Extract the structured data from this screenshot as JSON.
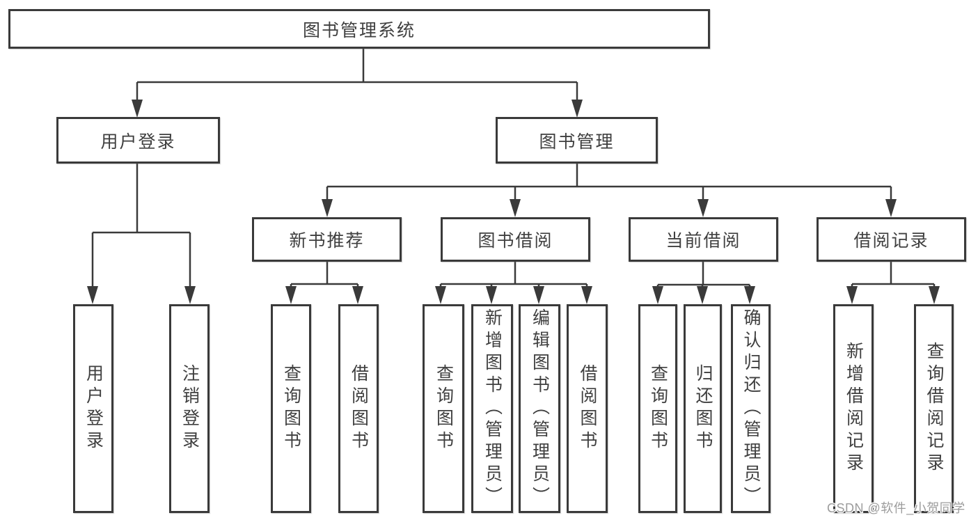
{
  "hierarchy": {
    "root": "图书管理系统",
    "branches": [
      {
        "label": "用户登录",
        "children": [
          "用户登录",
          "注销登录"
        ]
      },
      {
        "label": "图书管理",
        "children": [
          {
            "label": "新书推荐",
            "children": [
              "查询图书",
              "借阅图书"
            ]
          },
          {
            "label": "图书借阅",
            "children": [
              "查询图书",
              "新增图书（管理员）",
              "编辑图书（管理员）",
              "借阅图书"
            ]
          },
          {
            "label": "当前借阅",
            "children": [
              "查询图书",
              "归还图书",
              "确认归还（管理员）"
            ]
          },
          {
            "label": "借阅记录",
            "children": [
              "新增借阅记录",
              "查询借阅记录"
            ]
          }
        ]
      }
    ]
  },
  "watermark": "CSDN @软件_小贺同学",
  "colors": {
    "line": "#3a3a3a",
    "text": "#3f3f3f",
    "background": "#ffffff",
    "watermark": "#9c9c9c"
  }
}
